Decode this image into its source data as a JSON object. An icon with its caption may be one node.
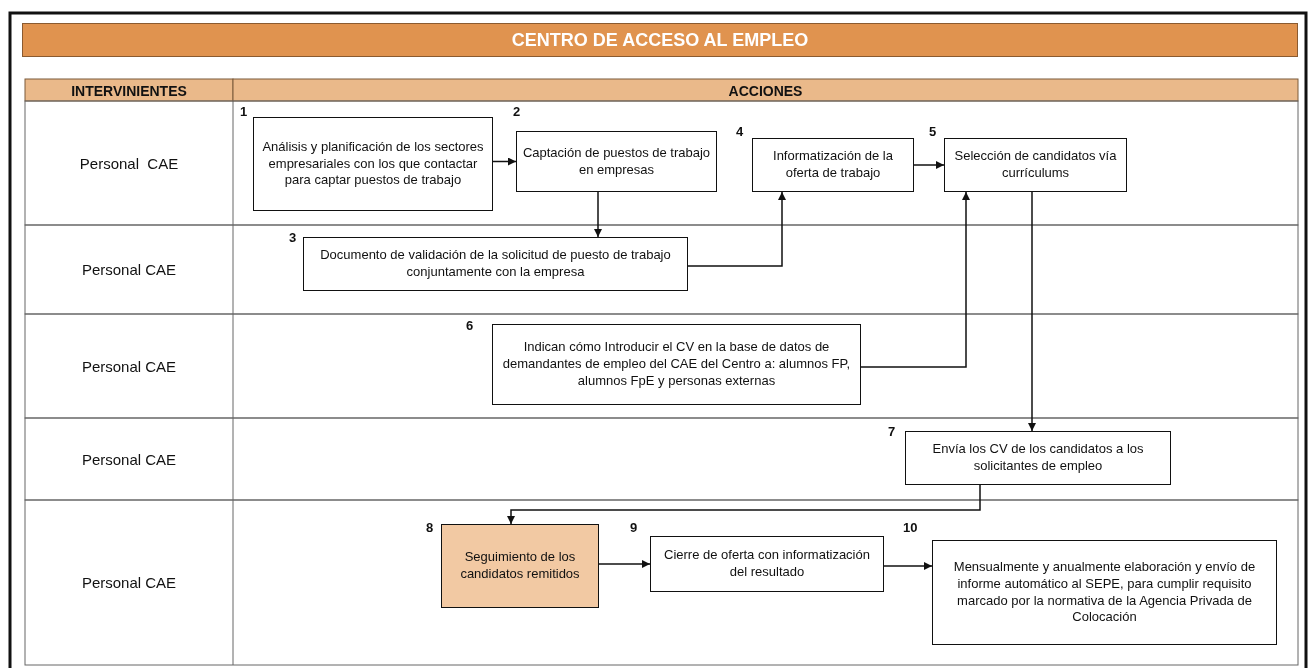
{
  "diagram": {
    "title": "CENTRO DE ACCESO AL EMPLEO",
    "nodes": [
      {
        "text": [
          "Análisis y planificación de los sectores empresariales con los que contactar para captar puestos de trabajo"
        ],
        "beside": [
          "1"
        ]
      },
      {
        "text": [
          "Captación de puestos de trabajo en empresas"
        ],
        "beside": [
          "2"
        ]
      },
      {
        "text": [
          "Documento de validación de la solicitud de puesto de trabajo conjuntamente con la empresa"
        ],
        "beside": [
          "3"
        ]
      },
      {
        "text": [
          "Informatización de la oferta de trabajo"
        ],
        "beside": [
          "4"
        ]
      },
      {
        "text": [
          "Selección de candidatos vía currículums"
        ],
        "beside": [
          "5"
        ]
      },
      {
        "text": [
          "Indican cómo Introducir el CV en la base de datos de demandantes de empleo del CAE del Centro a: alumnos FP, alumnos FpE y personas externas"
        ],
        "beside": [
          "6"
        ]
      },
      {
        "text": [
          "Envía los CV de los candidatos a los solicitantes de empleo"
        ],
        "beside": [
          "7"
        ]
      },
      {
        "text": [
          "Seguimiento de los candidatos remitidos"
        ],
        "beside": [
          "8"
        ]
      },
      {
        "text": [
          "Cierre de oferta con informatización del resultado"
        ],
        "beside": [
          "9"
        ]
      },
      {
        "text": [
          "Mensualmente y anualmente elaboración y envío de informe automático al SEPE, para cumplir requisito marcado por la normativa de la Agencia Privada de Colocación"
        ],
        "beside": [
          "10"
        ]
      }
    ],
    "edges": [
      {
        "from": 0,
        "to": 1,
        "arrow": "to"
      },
      {
        "from": 1,
        "to": 2,
        "arrow": "to"
      },
      {
        "from": 2,
        "to": 3,
        "arrow": "to"
      },
      {
        "from": 3,
        "to": 4,
        "arrow": "to"
      },
      {
        "from": 5,
        "to": 4,
        "arrow": "to"
      },
      {
        "from": 4,
        "to": 6,
        "arrow": "to"
      },
      {
        "from": 6,
        "to": 7,
        "arrow": "to"
      },
      {
        "from": 7,
        "to": 8,
        "arrow": "to"
      },
      {
        "from": 8,
        "to": 9,
        "arrow": "to"
      }
    ],
    "labels": [
      "INTERVINIENTES",
      "ACCIONES",
      "Personal  CAE",
      "Personal CAE",
      "Personal CAE",
      "Personal CAE",
      "Personal CAE"
    ]
  }
}
